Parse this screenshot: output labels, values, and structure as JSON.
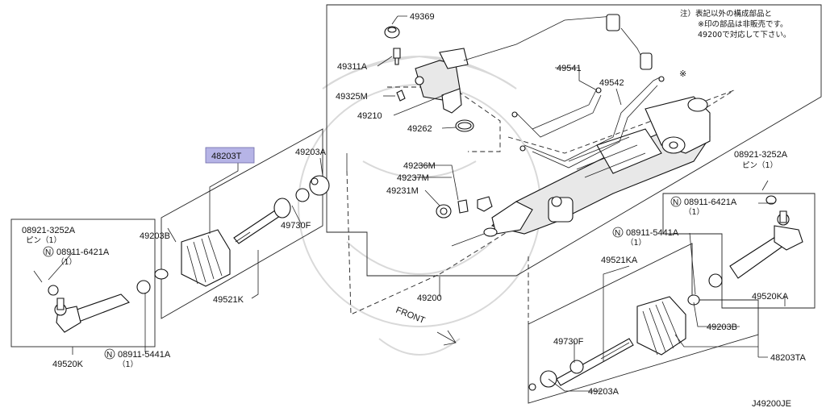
{
  "diagram": {
    "highlighted_part": "48203T",
    "note_lines": [
      "注）表記以外の構成部品と",
      "※印の部品は非販売です。",
      "49200で対応して下さい。"
    ],
    "note_mark": "※",
    "diagram_code": "J49200JE",
    "front_label": "FRONT",
    "labels": {
      "p49369": "49369",
      "p49311A": "49311A",
      "p49325M": "49325M",
      "p49210": "49210",
      "p49262": "49262",
      "p49541": "49541",
      "p49542": "49542",
      "p49236M": "49236M",
      "p49237M": "49237M",
      "p49231M": "49231M",
      "p49200": "49200",
      "p48203T": "48203T",
      "p49203A_top": "49203A",
      "p49203B_left": "49203B",
      "p49730F_left": "49730F",
      "p49521K": "49521K",
      "p08921L": "08921-3252A",
      "p08921L_sub": "ピン（1）",
      "p08911_6421L": "08911-6421A",
      "p08911_6421L_qty": "（1）",
      "p49520K": "49520K",
      "p08911_5441L": "08911-5441A",
      "p08911_5441L_qty": "（1）",
      "p08921R": "08921-3252A",
      "p08921R_sub": "ピン（1）",
      "p08911_6421R": "08911-6421A",
      "p08911_6421R_qty": "（1）",
      "p08911_5441R": "08911-5441A",
      "p08911_5441R_qty": "（1）",
      "p49521KA": "49521KA",
      "p49520KA": "49520KA",
      "p49730F_right": "49730F",
      "p49203B_right": "49203B",
      "p48203TA": "48203TA",
      "p49203A_bottom": "49203A",
      "circled_N": "N"
    }
  }
}
